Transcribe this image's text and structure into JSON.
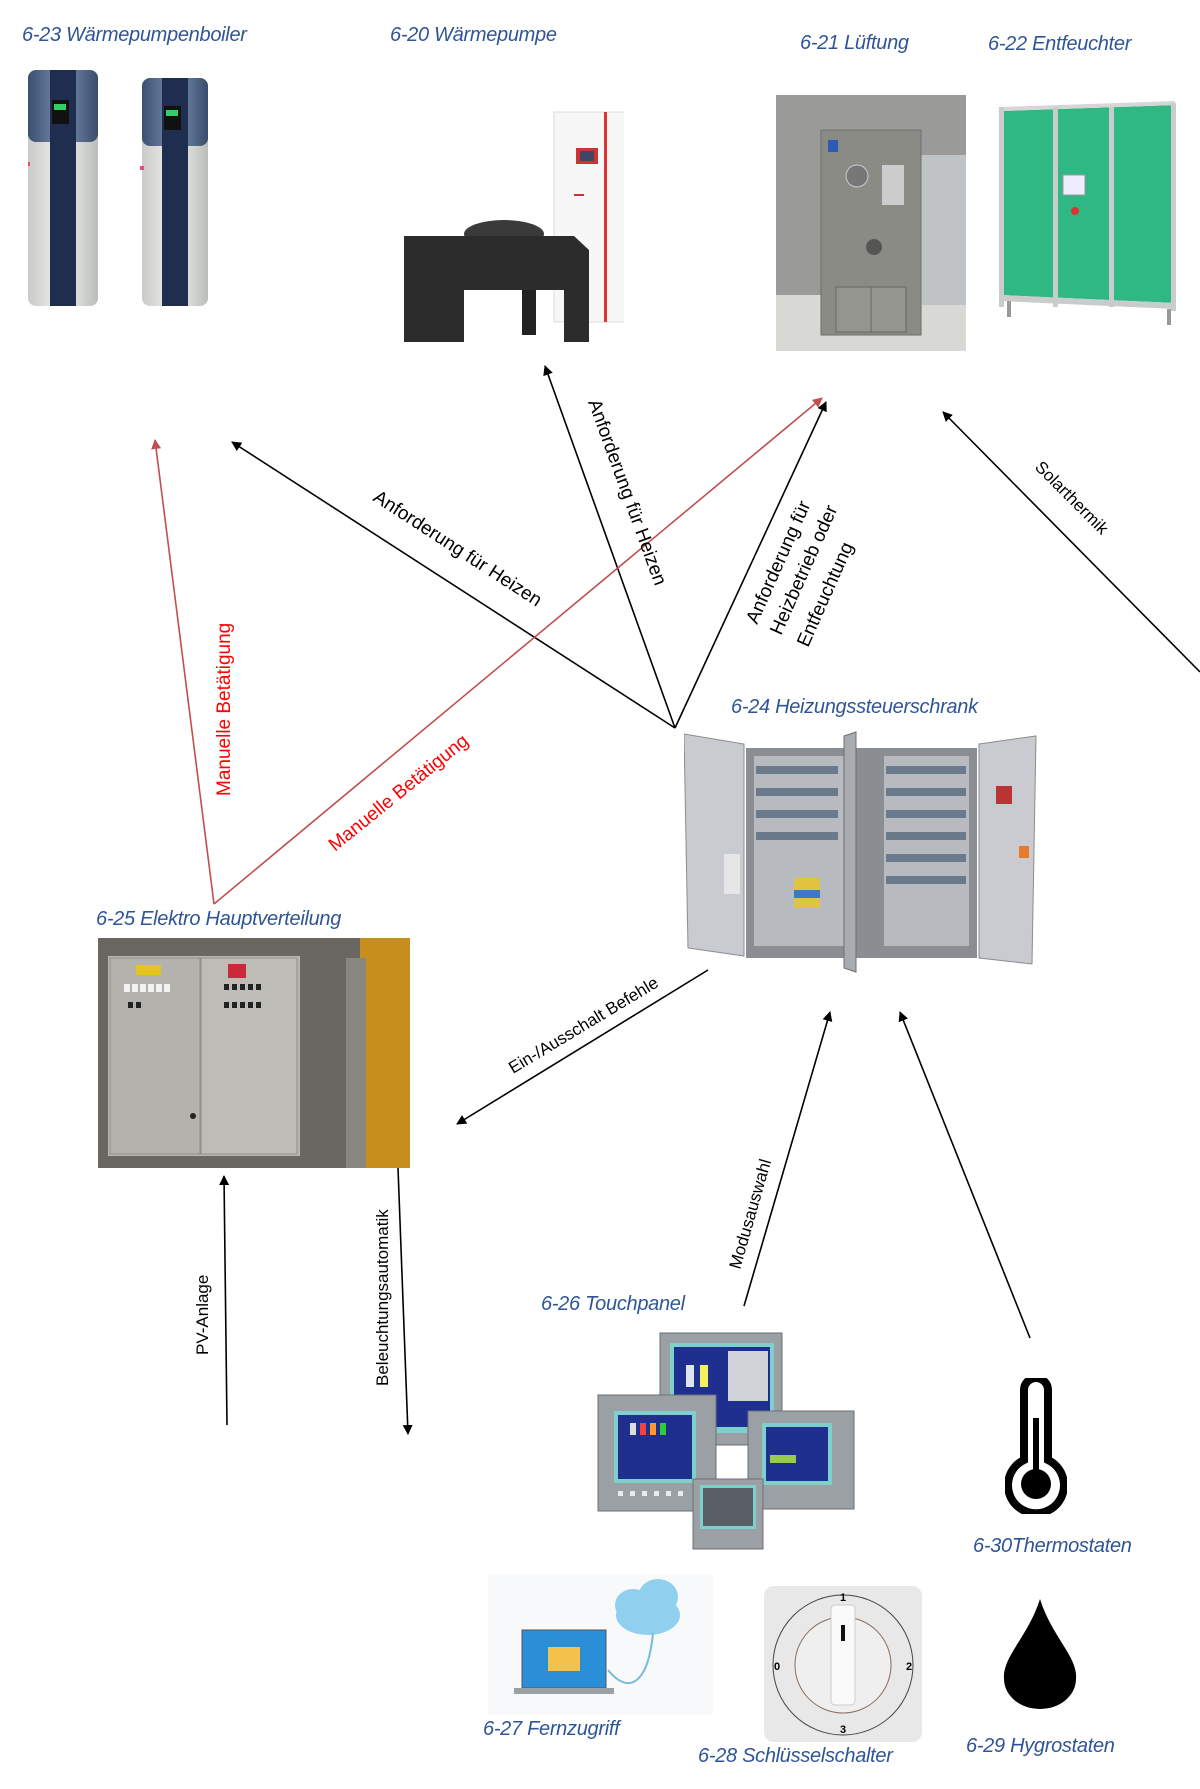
{
  "colors": {
    "caption": "#2f5597",
    "arrow": "#000000",
    "manual_arrow": "#c0504d",
    "manual_label": "#ff0000"
  },
  "nodes": {
    "boiler": {
      "caption": "6-23 Wärmepumpenboiler",
      "icon": "heat-pump-boiler-icon"
    },
    "heat_pump": {
      "caption": "6-20 Wärmepumpe",
      "icon": "heat-pump-icon"
    },
    "ventilation": {
      "caption": "6-21 Lüftung",
      "icon": "ventilation-unit-icon"
    },
    "dehumidifier": {
      "caption": "6-22 Entfeuchter",
      "icon": "dehumidifier-icon"
    },
    "control_cabinet": {
      "caption": "6-24 Heizungssteuerschrank",
      "icon": "control-cabinet-icon"
    },
    "main_distribution": {
      "caption": "6-25 Elektro Hauptverteilung",
      "icon": "electrical-distribution-icon"
    },
    "touchpanel": {
      "caption": "6-26 Touchpanel",
      "icon": "touchpanel-icon"
    },
    "remote_access": {
      "caption": "6-27 Fernzugriff",
      "icon": "laptop-cloud-icon"
    },
    "key_switch": {
      "caption": "6-28 Schlüsselschalter",
      "icon": "rotary-key-switch-icon",
      "positions": [
        "0",
        "1",
        "2",
        "3"
      ]
    },
    "hygrostat": {
      "caption": "6-29 Hygrostaten",
      "icon": "water-drop-icon"
    },
    "thermostat": {
      "caption": "6-30Thermostaten",
      "icon": "thermometer-icon"
    }
  },
  "edges": {
    "heat_request_boiler": "Anforderung für Heizen",
    "heat_request_pump": "Anforderung für Heizen",
    "heat_or_dehum_line1": "Anforderung für",
    "heat_or_dehum_line2": "Heizbetrieb oder",
    "heat_or_dehum_line3": "Entfeuchtung",
    "solar": "Solarthermik",
    "manual_1": "Manuelle Betätigung",
    "manual_2": "Manuelle Betätigung",
    "on_off": "Ein-/Ausschalt Befehle",
    "mode_select": "Modusauswahl",
    "pv": "PV-Anlage",
    "lighting": "Beleuchtungsautomatik"
  }
}
